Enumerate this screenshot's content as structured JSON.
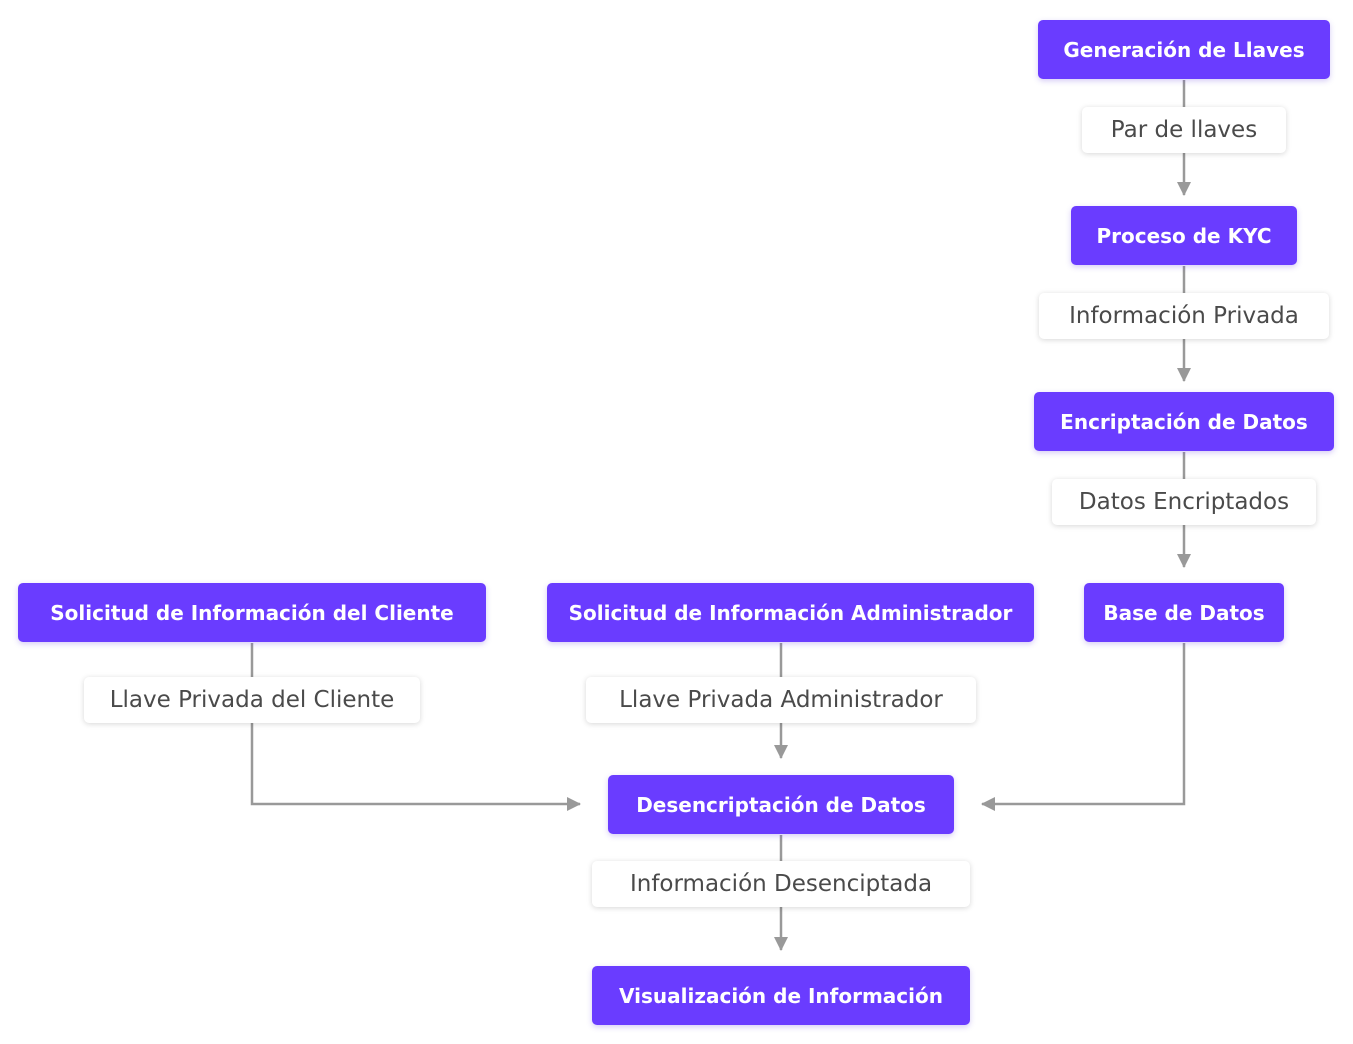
{
  "colors": {
    "process_fill": "#6a3cff",
    "process_text": "#ffffff",
    "label_text": "#4a4a4a",
    "connector": "#999999"
  },
  "nodes": {
    "key_generation": "Generación de Llaves",
    "kyc_process": "Proceso de KYC",
    "data_encryption": "Encriptación de Datos",
    "database": "Base de Datos",
    "client_info_request": "Solicitud de Información del Cliente",
    "admin_info_request": "Solicitud de Información Administrador",
    "data_decryption": "Desencriptación de Datos",
    "info_visualization": "Visualización de Información"
  },
  "edge_labels": {
    "key_pair": "Par de llaves",
    "private_info": "Información Privada",
    "encrypted_data": "Datos Encriptados",
    "client_private_key": "Llave Privada del Cliente",
    "admin_private_key": "Llave Privada Administrador",
    "decrypted_info": "Información Desenciptada"
  }
}
